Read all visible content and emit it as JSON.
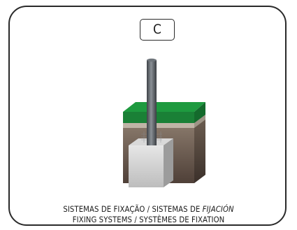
{
  "badge": {
    "label": "C"
  },
  "caption": {
    "line1_a": "SISTEMAS DE FIXAÇÃO / SISTEMAS DE ",
    "line1_b": "FIJACIÓN",
    "line2": "FIXING SYSTEMS / SYSTÈMES DE FIXATION"
  },
  "colors": {
    "border": "#2a2a2a",
    "grass": "#1e8a3a",
    "soil": "#7a6a5c",
    "concrete": "#cfcfcf",
    "pole": "#5c6066"
  },
  "illustration": {
    "icon": "ground-fixing-illustration"
  }
}
